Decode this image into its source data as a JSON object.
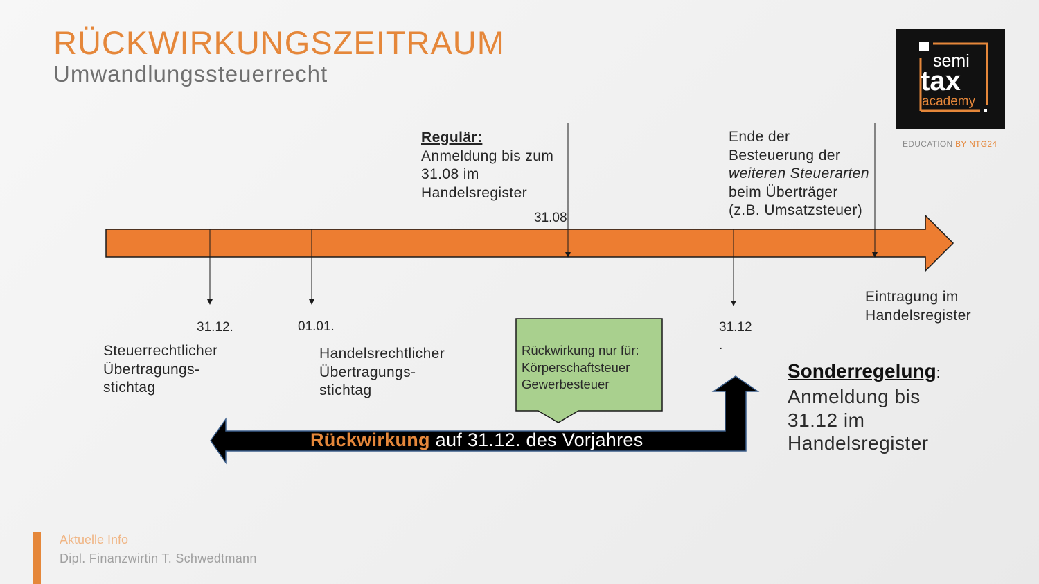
{
  "header": {
    "title": "RÜCKWIRKUNGSZEITRAUM",
    "subtitle": "Umwandlungssteuerrecht"
  },
  "logo": {
    "line1": "semi",
    "line2": "tax",
    "line3": "academy",
    "tagline_prefix": "EDUCATION ",
    "tagline_highlight": "BY NTG24"
  },
  "timeline": {
    "regular_label": "Regulär:",
    "regular_lines": [
      "Anmeldung bis zum",
      "31.08 im",
      "Handelsregister"
    ],
    "regular_date": "31.08",
    "end_lines": [
      "Ende der",
      "Besteuerung  der"
    ],
    "end_italic": "weiteren Steuerarten",
    "end_lines_after": [
      "beim Überträger",
      "(z.B. Umsatzsteuer)"
    ],
    "tax_date": "31.12.",
    "tax_lines": [
      "Steuerrechtlicher",
      "Übertragungs-",
      "stichtag"
    ],
    "commercial_date": "01.01.",
    "commercial_lines": [
      "Handelsrechtlicher",
      "Übertragungs-",
      "stichtag"
    ],
    "year_end_date": "31.12",
    "year_end_dot": ".",
    "entry_lines": [
      "Eintragung im",
      "Handelsregister"
    ]
  },
  "note": {
    "lines": [
      "Rückwirkung nur für:",
      "Körperschaftsteuer",
      "Gewerbesteuer"
    ]
  },
  "back_arrow": {
    "highlight": "Rückwirkung",
    "rest": " auf 31.12. des Vorjahres"
  },
  "special": {
    "heading": "Sonderregelung",
    "heading_suffix": ":",
    "lines": [
      "Anmeldung bis",
      "31.12 im",
      "Handelsregister"
    ]
  },
  "footer": {
    "info": "Aktuelle Info",
    "author": "Dipl. Finanzwirtin T. Schwedtmann"
  },
  "colors": {
    "accent": "#e5873a",
    "timeline_arrow": "#ed7d31",
    "note_fill": "#a9d08e",
    "back_arrow": "#000000"
  }
}
